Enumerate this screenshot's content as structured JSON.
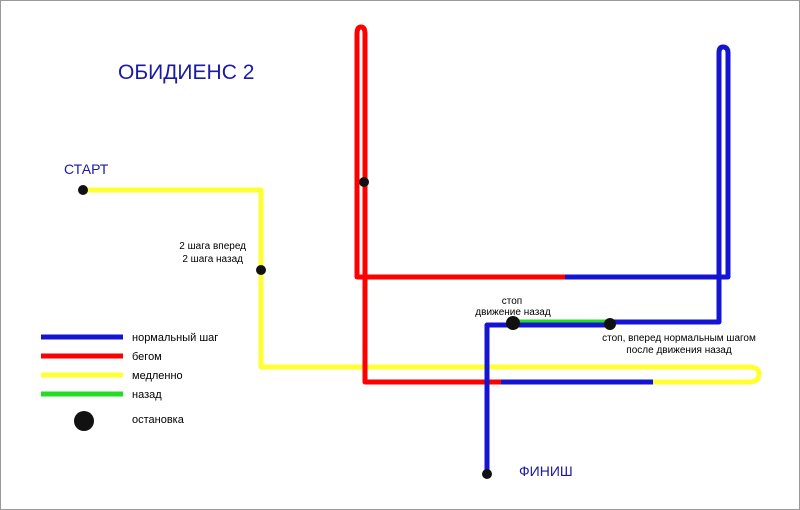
{
  "title": "ОБИДИЕНС 2",
  "start_label": "СТАРТ",
  "finish_label": "ФИНИШ",
  "notes": {
    "two_steps": [
      "2 шага вперед",
      "2 шага назад"
    ],
    "stop_back": [
      "стоп",
      "движение назад"
    ],
    "stop_forward": [
      "стоп, вперед нормальным шагом",
      "после движения назад"
    ]
  },
  "colors": {
    "normal": "#1414d2",
    "run": "#ff0000",
    "slow": "#ffff33",
    "back": "#22dd22",
    "stop": "#111111"
  },
  "legend": [
    {
      "key": "normal",
      "label": "нормальный шаг"
    },
    {
      "key": "run",
      "label": "бегом"
    },
    {
      "key": "slow",
      "label": "медленно"
    },
    {
      "key": "back",
      "label": "назад"
    },
    {
      "key": "stop",
      "label": "остановка"
    }
  ]
}
